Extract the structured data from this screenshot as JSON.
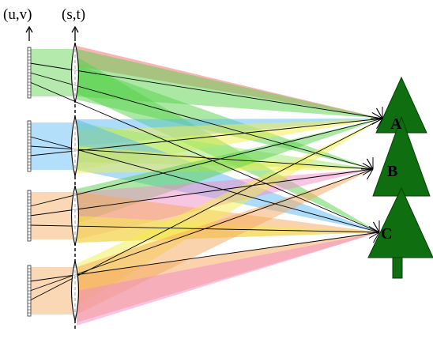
{
  "labels": {
    "uv": "(u,v)",
    "st": "(s,t)"
  },
  "points": [
    "A",
    "B",
    "C"
  ],
  "colors": {
    "tree": "#0f6e0f",
    "tree_stroke": "#063f06",
    "beam_red": "#f06c6c",
    "beam_green": "#58d24a",
    "beam_yellow": "#f4ee4a",
    "beam_blue": "#59b9f4",
    "beam_orange": "#f5a85a",
    "beam_pink": "#f28cc8",
    "beam_lightgreen": "#9ee86a",
    "lens_fill": "#ffffff",
    "ray": "#000000"
  }
}
